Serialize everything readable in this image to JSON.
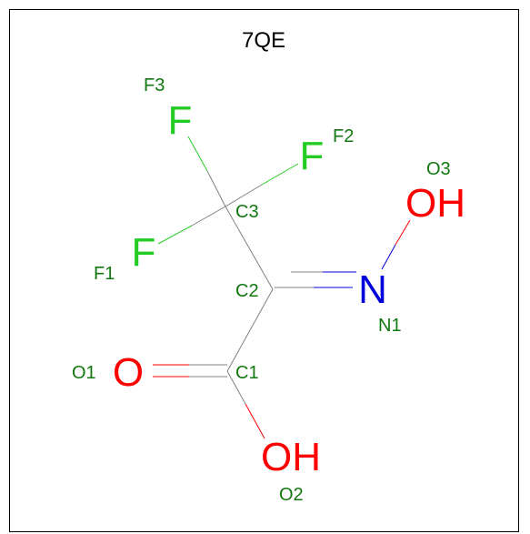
{
  "title": "7QE",
  "colors": {
    "carbon_bond": "#808080",
    "fluorine": "#22cc22",
    "oxygen": "#ff0000",
    "nitrogen": "#0000dd",
    "atom_label": "#117711",
    "title": "#000000"
  },
  "elements": {
    "F3": "F",
    "F2": "F",
    "F1": "F",
    "O1": "O",
    "O2": "OH",
    "O3": "OH",
    "N1": "N"
  },
  "labels": {
    "F3": "F3",
    "F2": "F2",
    "F1": "F1",
    "C3": "C3",
    "C2": "C2",
    "C1": "C1",
    "O1": "O1",
    "O2": "O2",
    "O3": "O3",
    "N1": "N1"
  }
}
